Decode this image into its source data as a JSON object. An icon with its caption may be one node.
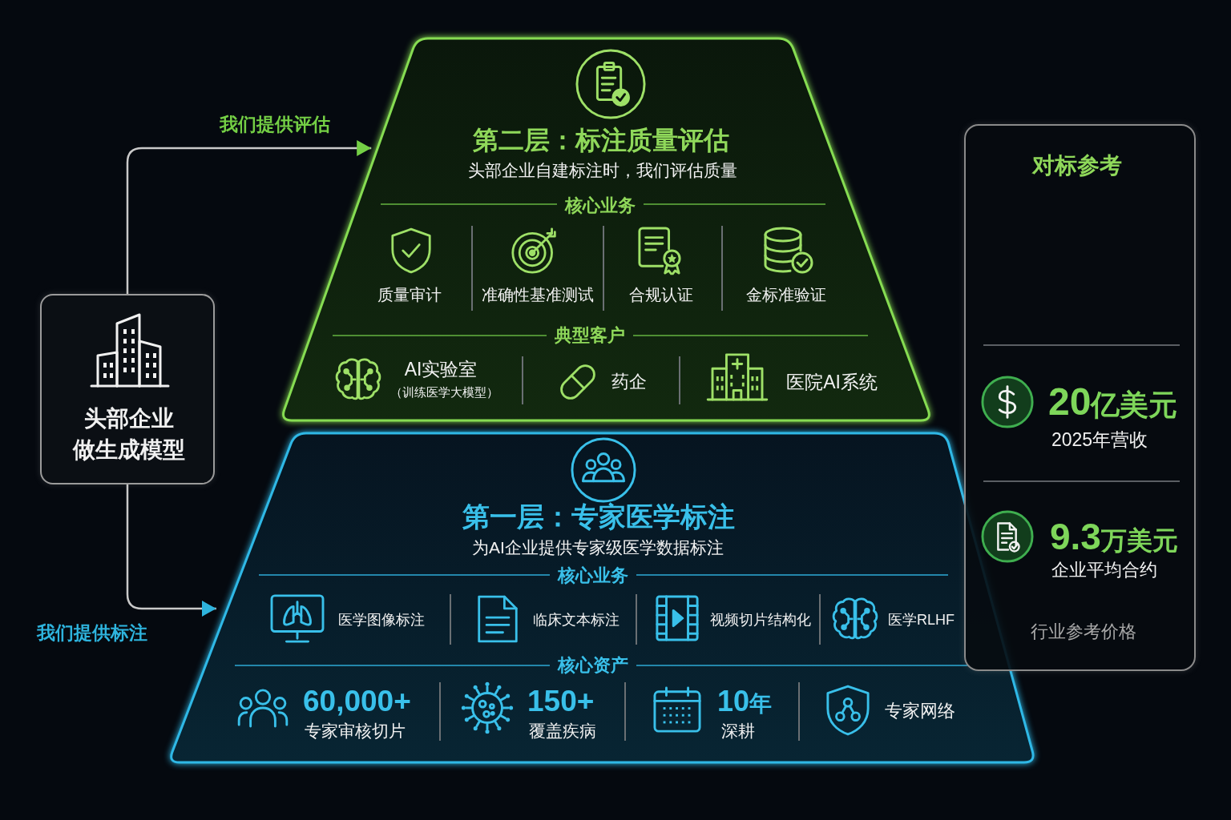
{
  "diagram": {
    "nodes": [
      {
        "text": [
          "头部企业做生成模型"
        ]
      },
      {
        "text": [
          "第二层：标注质量评估",
          "头部企业自建标注时，我们评估质量",
          "核心业务",
          "质量审计",
          "准确性基准测试",
          "合规认证",
          "金标准验证",
          "典型客户",
          "AI实验室",
          "（训练医学大模型）",
          "药企",
          "医院AI系统"
        ]
      },
      {
        "text": [
          "第一层：专家医学标注",
          "为AI企业提供专家级医学数据标注",
          "核心业务",
          "医学图像标注",
          "临床文本标注",
          "视频切片结构化",
          "医学RLHF",
          "核心资产",
          "60,000+",
          "专家审核切片",
          "150+",
          "覆盖疾病",
          "10年",
          "深耕",
          "专家网络"
        ]
      },
      {
        "text": [
          "对标参考",
          "20亿美元",
          "2025年营收",
          "9.3万美元",
          "企业平均合约",
          "行业参考价格"
        ]
      }
    ],
    "edges": [
      {
        "from": 0,
        "to": 1,
        "arrow": "to",
        "label": "我们提供评估"
      },
      {
        "from": 0,
        "to": 2,
        "arrow": "to",
        "label": "我们提供标注"
      }
    ]
  }
}
